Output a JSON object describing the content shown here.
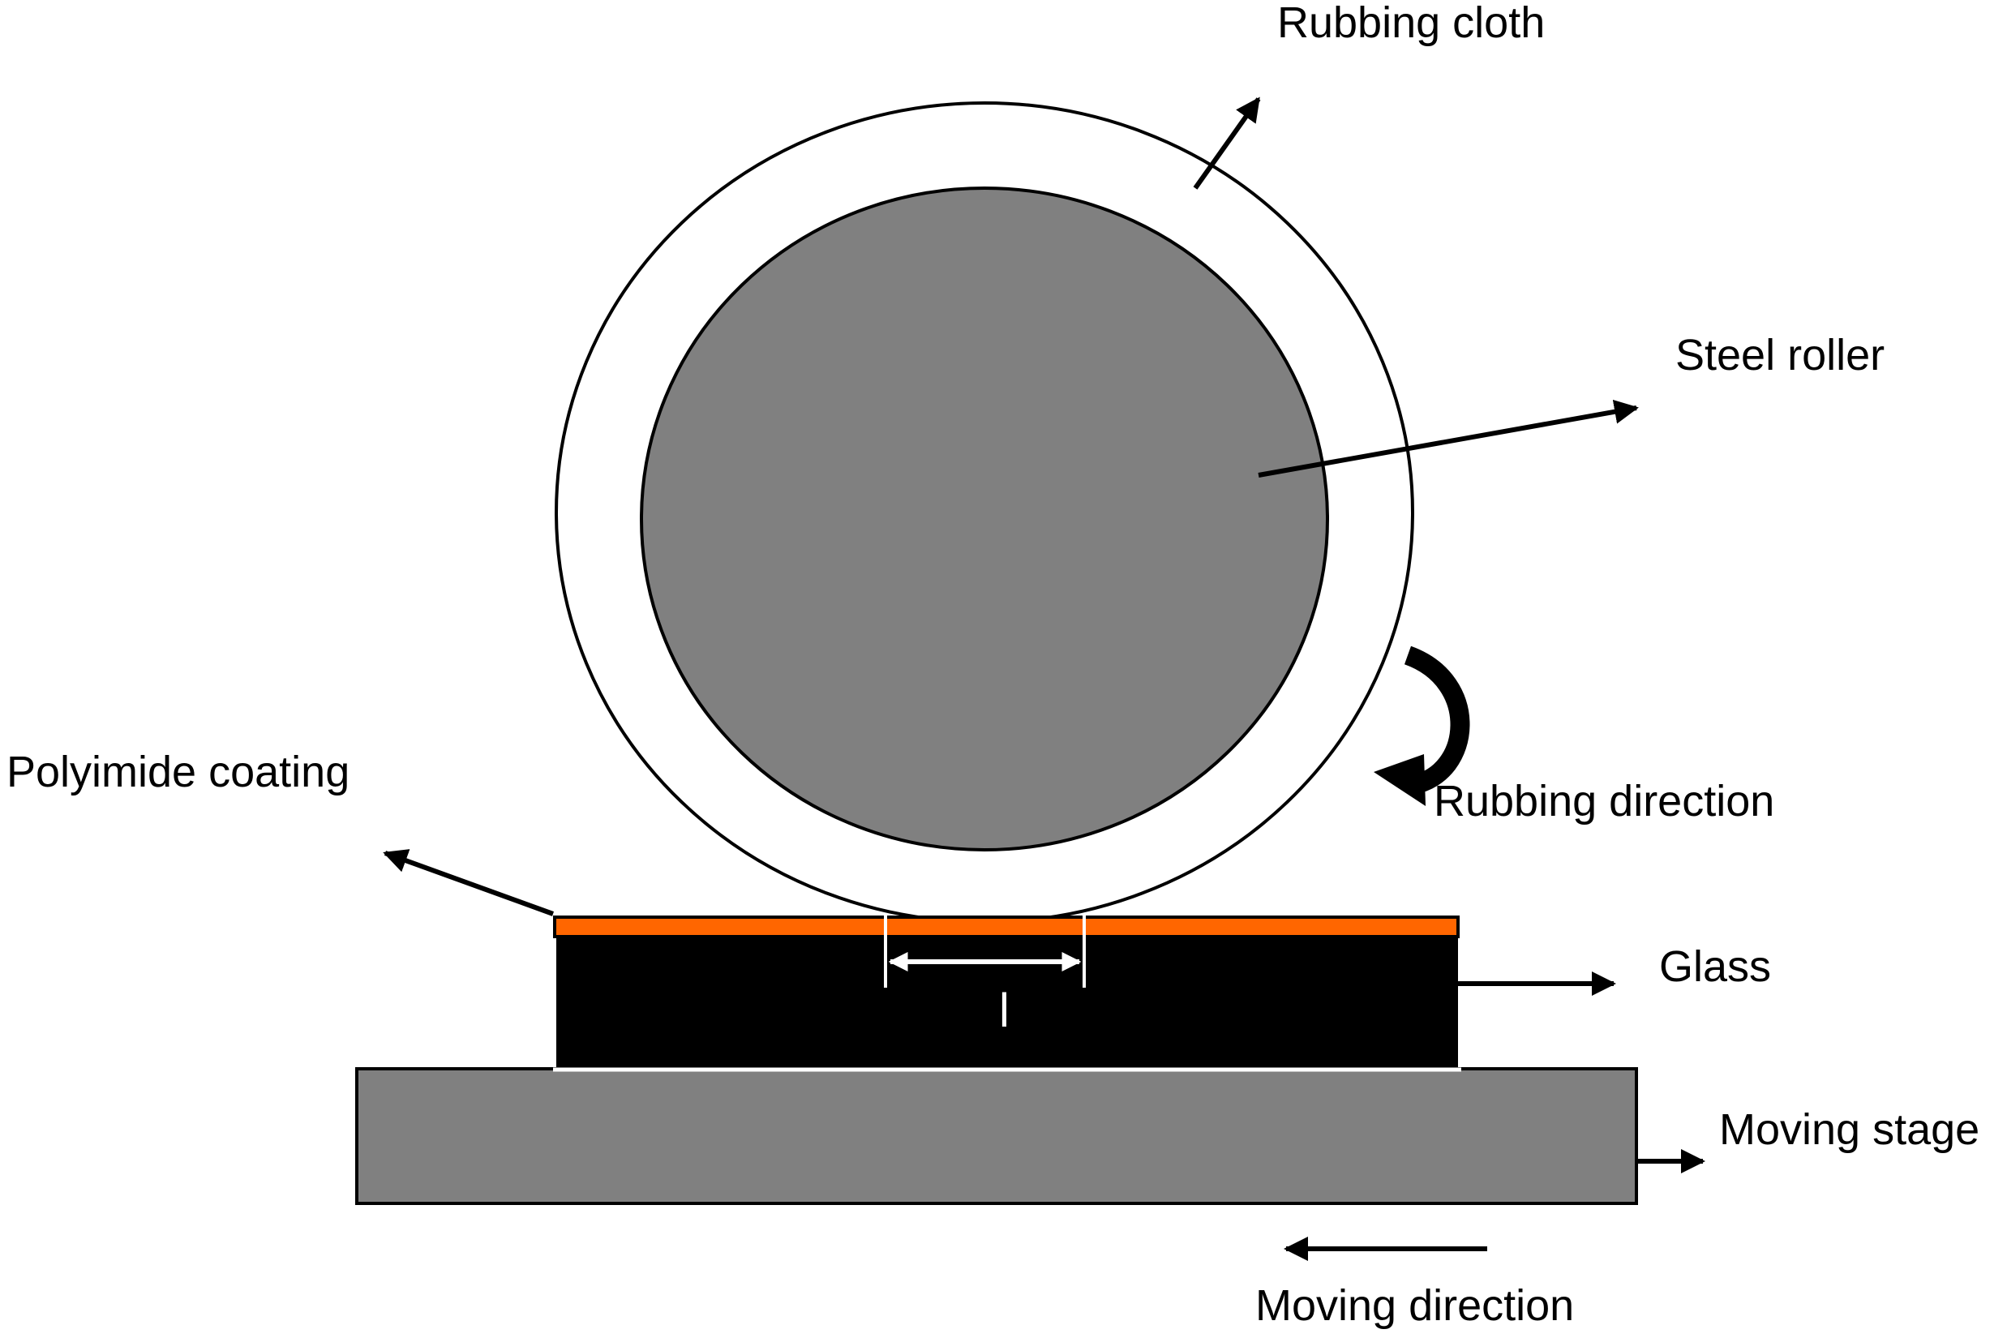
{
  "labels": {
    "rubbing_cloth": "Rubbing cloth",
    "steel_roller": "Steel roller",
    "rubbing_direction": "Rubbing direction",
    "polyimide_coating": "Polyimide coating",
    "glass": "Glass",
    "moving_stage": "Moving stage",
    "moving_direction": "Moving direction",
    "contact_length": "l"
  },
  "colors": {
    "roller_fill": "#808080",
    "cloth_fill": "#ffffff",
    "polyimide": "#ff6600",
    "glass": "#000000",
    "stage": "#808080",
    "outline": "#000000",
    "dimension": "#ffffff"
  }
}
